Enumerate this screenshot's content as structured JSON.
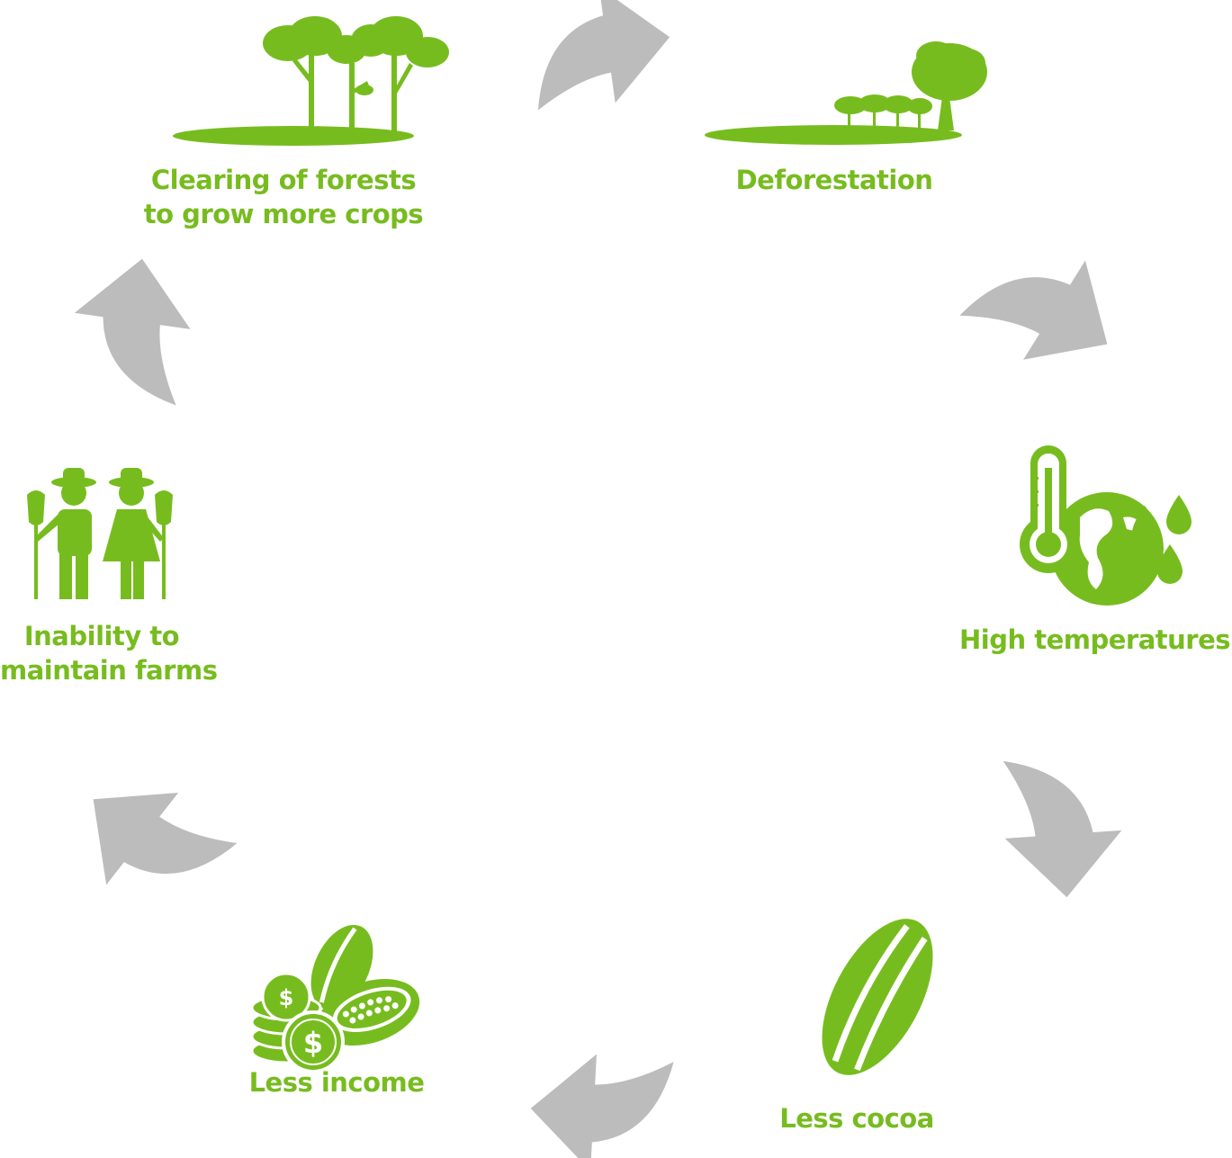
{
  "colors": {
    "green": "#77bc1f",
    "arrow": "#bcbcbc",
    "background": "#ffffff"
  },
  "nodes": [
    {
      "id": "clearing",
      "icon": "forest-trees-icon",
      "label_lines": [
        "Clearing of forests",
        "to grow more crops"
      ]
    },
    {
      "id": "deforestation",
      "icon": "deforested-land-icon",
      "label_lines": [
        "Deforestation"
      ]
    },
    {
      "id": "high_temp",
      "icon": "thermometer-globe-rain-icon",
      "label_lines": [
        "High temperatures"
      ]
    },
    {
      "id": "less_cocoa",
      "icon": "cocoa-pod-icon",
      "label_lines": [
        "Less cocoa"
      ]
    },
    {
      "id": "less_income",
      "icon": "coins-cocoa-icon",
      "label_lines": [
        "Less income"
      ]
    },
    {
      "id": "inability",
      "icon": "farmers-icon",
      "label_lines": [
        "Inability to",
        "maintain farms"
      ]
    }
  ],
  "cycle_arrows": [
    {
      "from": "clearing",
      "to": "deforestation"
    },
    {
      "from": "deforestation",
      "to": "high_temp"
    },
    {
      "from": "high_temp",
      "to": "less_cocoa"
    },
    {
      "from": "less_cocoa",
      "to": "less_income"
    },
    {
      "from": "less_income",
      "to": "inability"
    },
    {
      "from": "inability",
      "to": "clearing"
    }
  ]
}
